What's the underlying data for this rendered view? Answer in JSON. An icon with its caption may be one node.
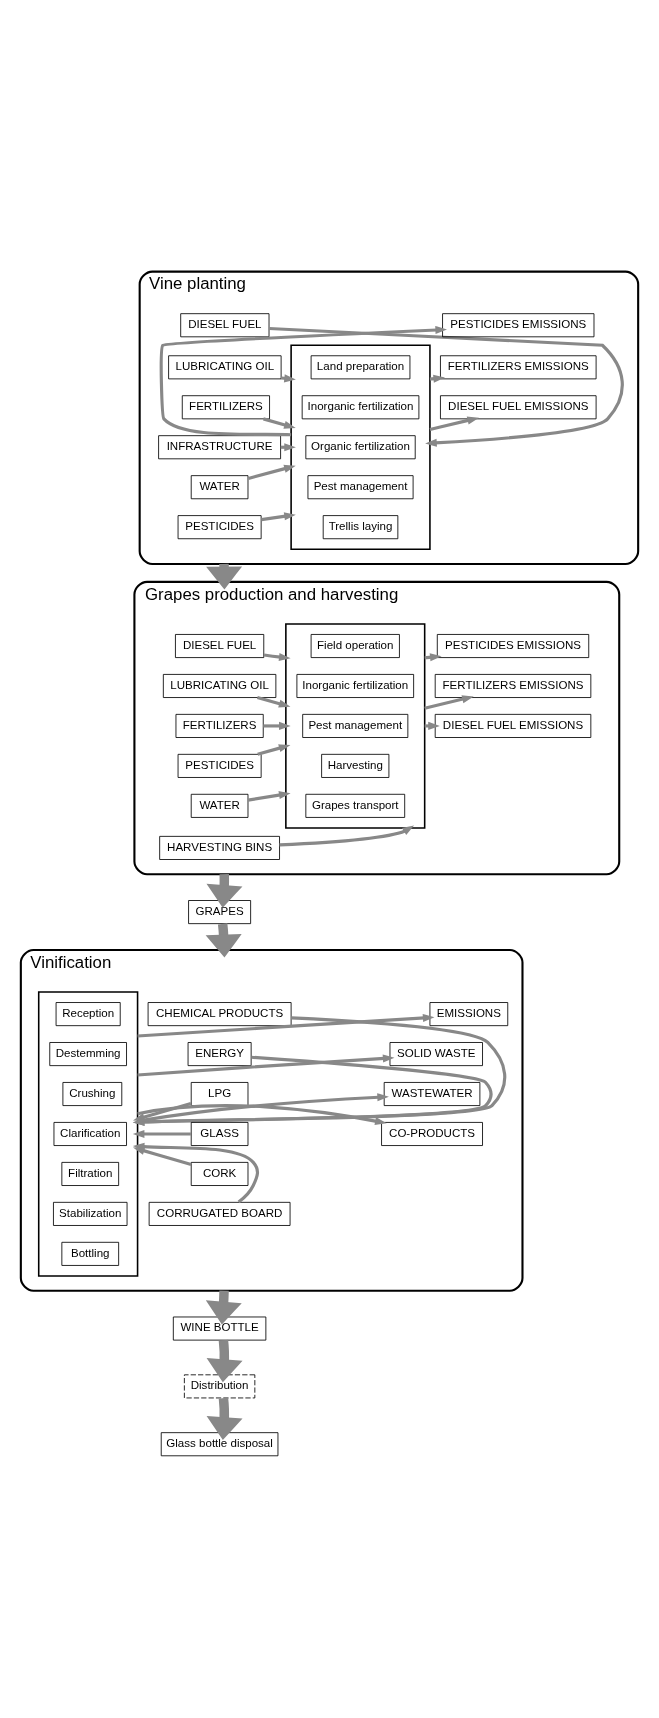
{
  "diagram": {
    "nodes": [
      {
        "text": [
          "Vine planting"
        ]
      },
      {
        "text": [
          "DIESEL FUEL"
        ],
        "in": 0
      },
      {
        "text": [
          "LUBRICATING OIL"
        ],
        "in": 0
      },
      {
        "text": [
          "FERTILIZERS"
        ],
        "in": 0
      },
      {
        "text": [
          "INFRASTRUCTURE"
        ],
        "in": 0
      },
      {
        "text": [
          "WATER"
        ],
        "in": 0
      },
      {
        "text": [
          "PESTICIDES"
        ],
        "in": 0
      },
      {
        "text": [],
        "shape": "box",
        "in": 0
      },
      {
        "text": [
          "Land preparation"
        ],
        "in": 7
      },
      {
        "text": [
          "Inorganic fertilization"
        ],
        "in": 7
      },
      {
        "text": [
          "Organic fertilization"
        ],
        "in": 7
      },
      {
        "text": [
          "Pest management"
        ],
        "in": 7
      },
      {
        "text": [
          "Trellis laying"
        ],
        "in": 7
      },
      {
        "text": [
          "PESTICIDES EMISSIONS"
        ],
        "in": 0
      },
      {
        "text": [
          "FERTILIZERS EMISSIONS"
        ],
        "in": 0
      },
      {
        "text": [
          "DIESEL FUEL EMISSIONS"
        ],
        "in": 0
      },
      {
        "text": [
          "Grapes production and harvesting"
        ]
      },
      {
        "text": [
          "DIESEL FUEL"
        ],
        "in": 16
      },
      {
        "text": [
          "LUBRICATING OIL"
        ],
        "in": 16
      },
      {
        "text": [
          "FERTILIZERS"
        ],
        "in": 16
      },
      {
        "text": [
          "PESTICIDES"
        ],
        "in": 16
      },
      {
        "text": [
          "WATER"
        ],
        "in": 16
      },
      {
        "text": [
          "HARVESTING BINS"
        ],
        "in": 16
      },
      {
        "text": [],
        "shape": "box",
        "in": 16
      },
      {
        "text": [
          "Field operation"
        ],
        "in": 23
      },
      {
        "text": [
          "Inorganic fertilization"
        ],
        "in": 23
      },
      {
        "text": [
          "Pest management"
        ],
        "in": 23
      },
      {
        "text": [
          "Harvesting"
        ],
        "in": 23
      },
      {
        "text": [
          "Grapes transport"
        ],
        "in": 23
      },
      {
        "text": [
          "PESTICIDES EMISSIONS"
        ],
        "in": 16
      },
      {
        "text": [
          "FERTILIZERS EMISSIONS"
        ],
        "in": 16
      },
      {
        "text": [
          "DIESEL FUEL EMISSIONS"
        ],
        "in": 16
      },
      {
        "text": [
          "GRAPES"
        ]
      },
      {
        "text": [
          "Vinification"
        ]
      },
      {
        "text": [
          "CHEMICAL PRODUCTS"
        ],
        "in": 33
      },
      {
        "text": [
          "ENERGY"
        ],
        "in": 33
      },
      {
        "text": [
          "LPG"
        ],
        "in": 33
      },
      {
        "text": [
          "GLASS"
        ],
        "in": 33
      },
      {
        "text": [
          "CORK"
        ],
        "in": 33
      },
      {
        "text": [
          "CORRUGATED BOARD"
        ],
        "in": 33
      },
      {
        "text": [],
        "shape": "box",
        "in": 33
      },
      {
        "text": [
          "Reception"
        ],
        "in": 40
      },
      {
        "text": [
          "Destemming"
        ],
        "in": 40
      },
      {
        "text": [
          "Crushing"
        ],
        "in": 40
      },
      {
        "text": [
          "Clarification"
        ],
        "in": 40
      },
      {
        "text": [
          "Filtration"
        ],
        "in": 40
      },
      {
        "text": [
          "Stabilization"
        ],
        "in": 40
      },
      {
        "text": [
          "Bottling"
        ],
        "in": 40
      },
      {
        "text": [
          "EMISSIONS"
        ],
        "in": 33
      },
      {
        "text": [
          "SOLID WASTE"
        ],
        "in": 33
      },
      {
        "text": [
          "WASTEWATER"
        ],
        "in": 33
      },
      {
        "text": [
          "CO-PRODUCTS"
        ],
        "in": 33
      },
      {
        "text": [
          "WINE BOTTLE"
        ]
      },
      {
        "text": [
          "Distribution"
        ]
      },
      {
        "text": [
          "Glass bottle disposal"
        ]
      }
    ],
    "edges": [
      {
        "from": 1,
        "to": 7,
        "arrow": "to"
      },
      {
        "from": 2,
        "to": 7,
        "arrow": "to"
      },
      {
        "from": 3,
        "to": 7,
        "arrow": "to"
      },
      {
        "from": 4,
        "to": 7,
        "arrow": "to"
      },
      {
        "from": 5,
        "to": 7,
        "arrow": "to"
      },
      {
        "from": 6,
        "to": 7,
        "arrow": "to"
      },
      {
        "from": 7,
        "to": 13,
        "arrow": "to"
      },
      {
        "from": 7,
        "to": 14,
        "arrow": "to"
      },
      {
        "from": 7,
        "to": 15,
        "arrow": "to"
      },
      {
        "from": 0,
        "to": 16,
        "arrow": "to",
        "style": "thick"
      },
      {
        "from": 17,
        "to": 23,
        "arrow": "to"
      },
      {
        "from": 18,
        "to": 23,
        "arrow": "to"
      },
      {
        "from": 19,
        "to": 23,
        "arrow": "to"
      },
      {
        "from": 20,
        "to": 23,
        "arrow": "to"
      },
      {
        "from": 21,
        "to": 23,
        "arrow": "to"
      },
      {
        "from": 22,
        "to": 23,
        "arrow": "to"
      },
      {
        "from": 23,
        "to": 29,
        "arrow": "to"
      },
      {
        "from": 23,
        "to": 30,
        "arrow": "to"
      },
      {
        "from": 23,
        "to": 31,
        "arrow": "to"
      },
      {
        "from": 16,
        "to": 32,
        "arrow": "to",
        "style": "thick"
      },
      {
        "from": 32,
        "to": 33,
        "arrow": "to",
        "style": "thick"
      },
      {
        "from": 34,
        "to": 40,
        "arrow": "to"
      },
      {
        "from": 35,
        "to": 40,
        "arrow": "to"
      },
      {
        "from": 36,
        "to": 40,
        "arrow": "to"
      },
      {
        "from": 37,
        "to": 40,
        "arrow": "to"
      },
      {
        "from": 38,
        "to": 40,
        "arrow": "to"
      },
      {
        "from": 39,
        "to": 40,
        "arrow": "to"
      },
      {
        "from": 40,
        "to": 48,
        "arrow": "to"
      },
      {
        "from": 40,
        "to": 49,
        "arrow": "to"
      },
      {
        "from": 40,
        "to": 50,
        "arrow": "to"
      },
      {
        "from": 40,
        "to": 51,
        "arrow": "to"
      },
      {
        "from": 33,
        "to": 52,
        "arrow": "to",
        "style": "thick"
      },
      {
        "from": 52,
        "to": 53,
        "arrow": "to",
        "style": "thick"
      },
      {
        "from": 53,
        "to": 54,
        "arrow": "to",
        "style": "thick"
      }
    ]
  }
}
